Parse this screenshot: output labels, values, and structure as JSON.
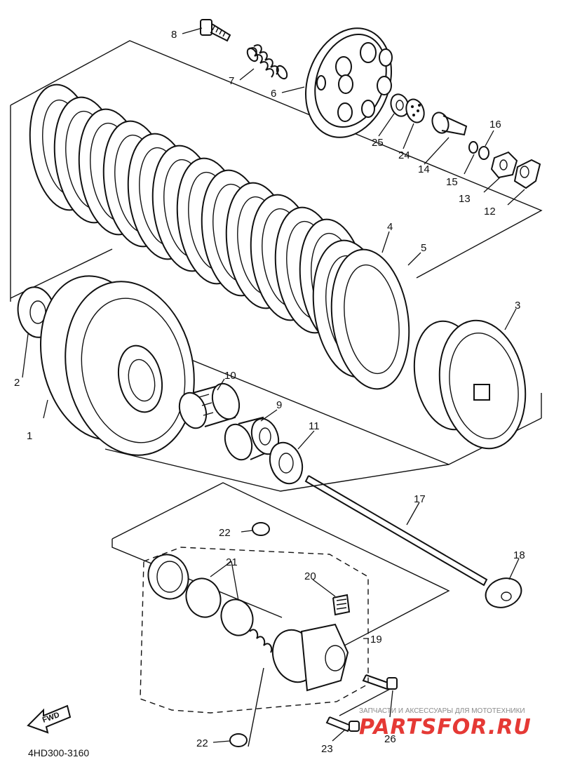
{
  "diagram_code": "4HD300-3160",
  "fwd_label": "FWD",
  "watermark": {
    "caption": "ЗАПЧАСТИ И АКСЕССУАРЫ ДЛЯ МОТОТЕХНИКИ",
    "brand": "PARTSFOR.RU"
  },
  "callouts": [
    "1",
    "2",
    "3",
    "4",
    "5",
    "6",
    "7",
    "8",
    "9",
    "10",
    "11",
    "12",
    "13",
    "14",
    "15",
    "16",
    "17",
    "18",
    "19",
    "20",
    "21",
    "22",
    "22",
    "23",
    "24",
    "25",
    "26"
  ]
}
